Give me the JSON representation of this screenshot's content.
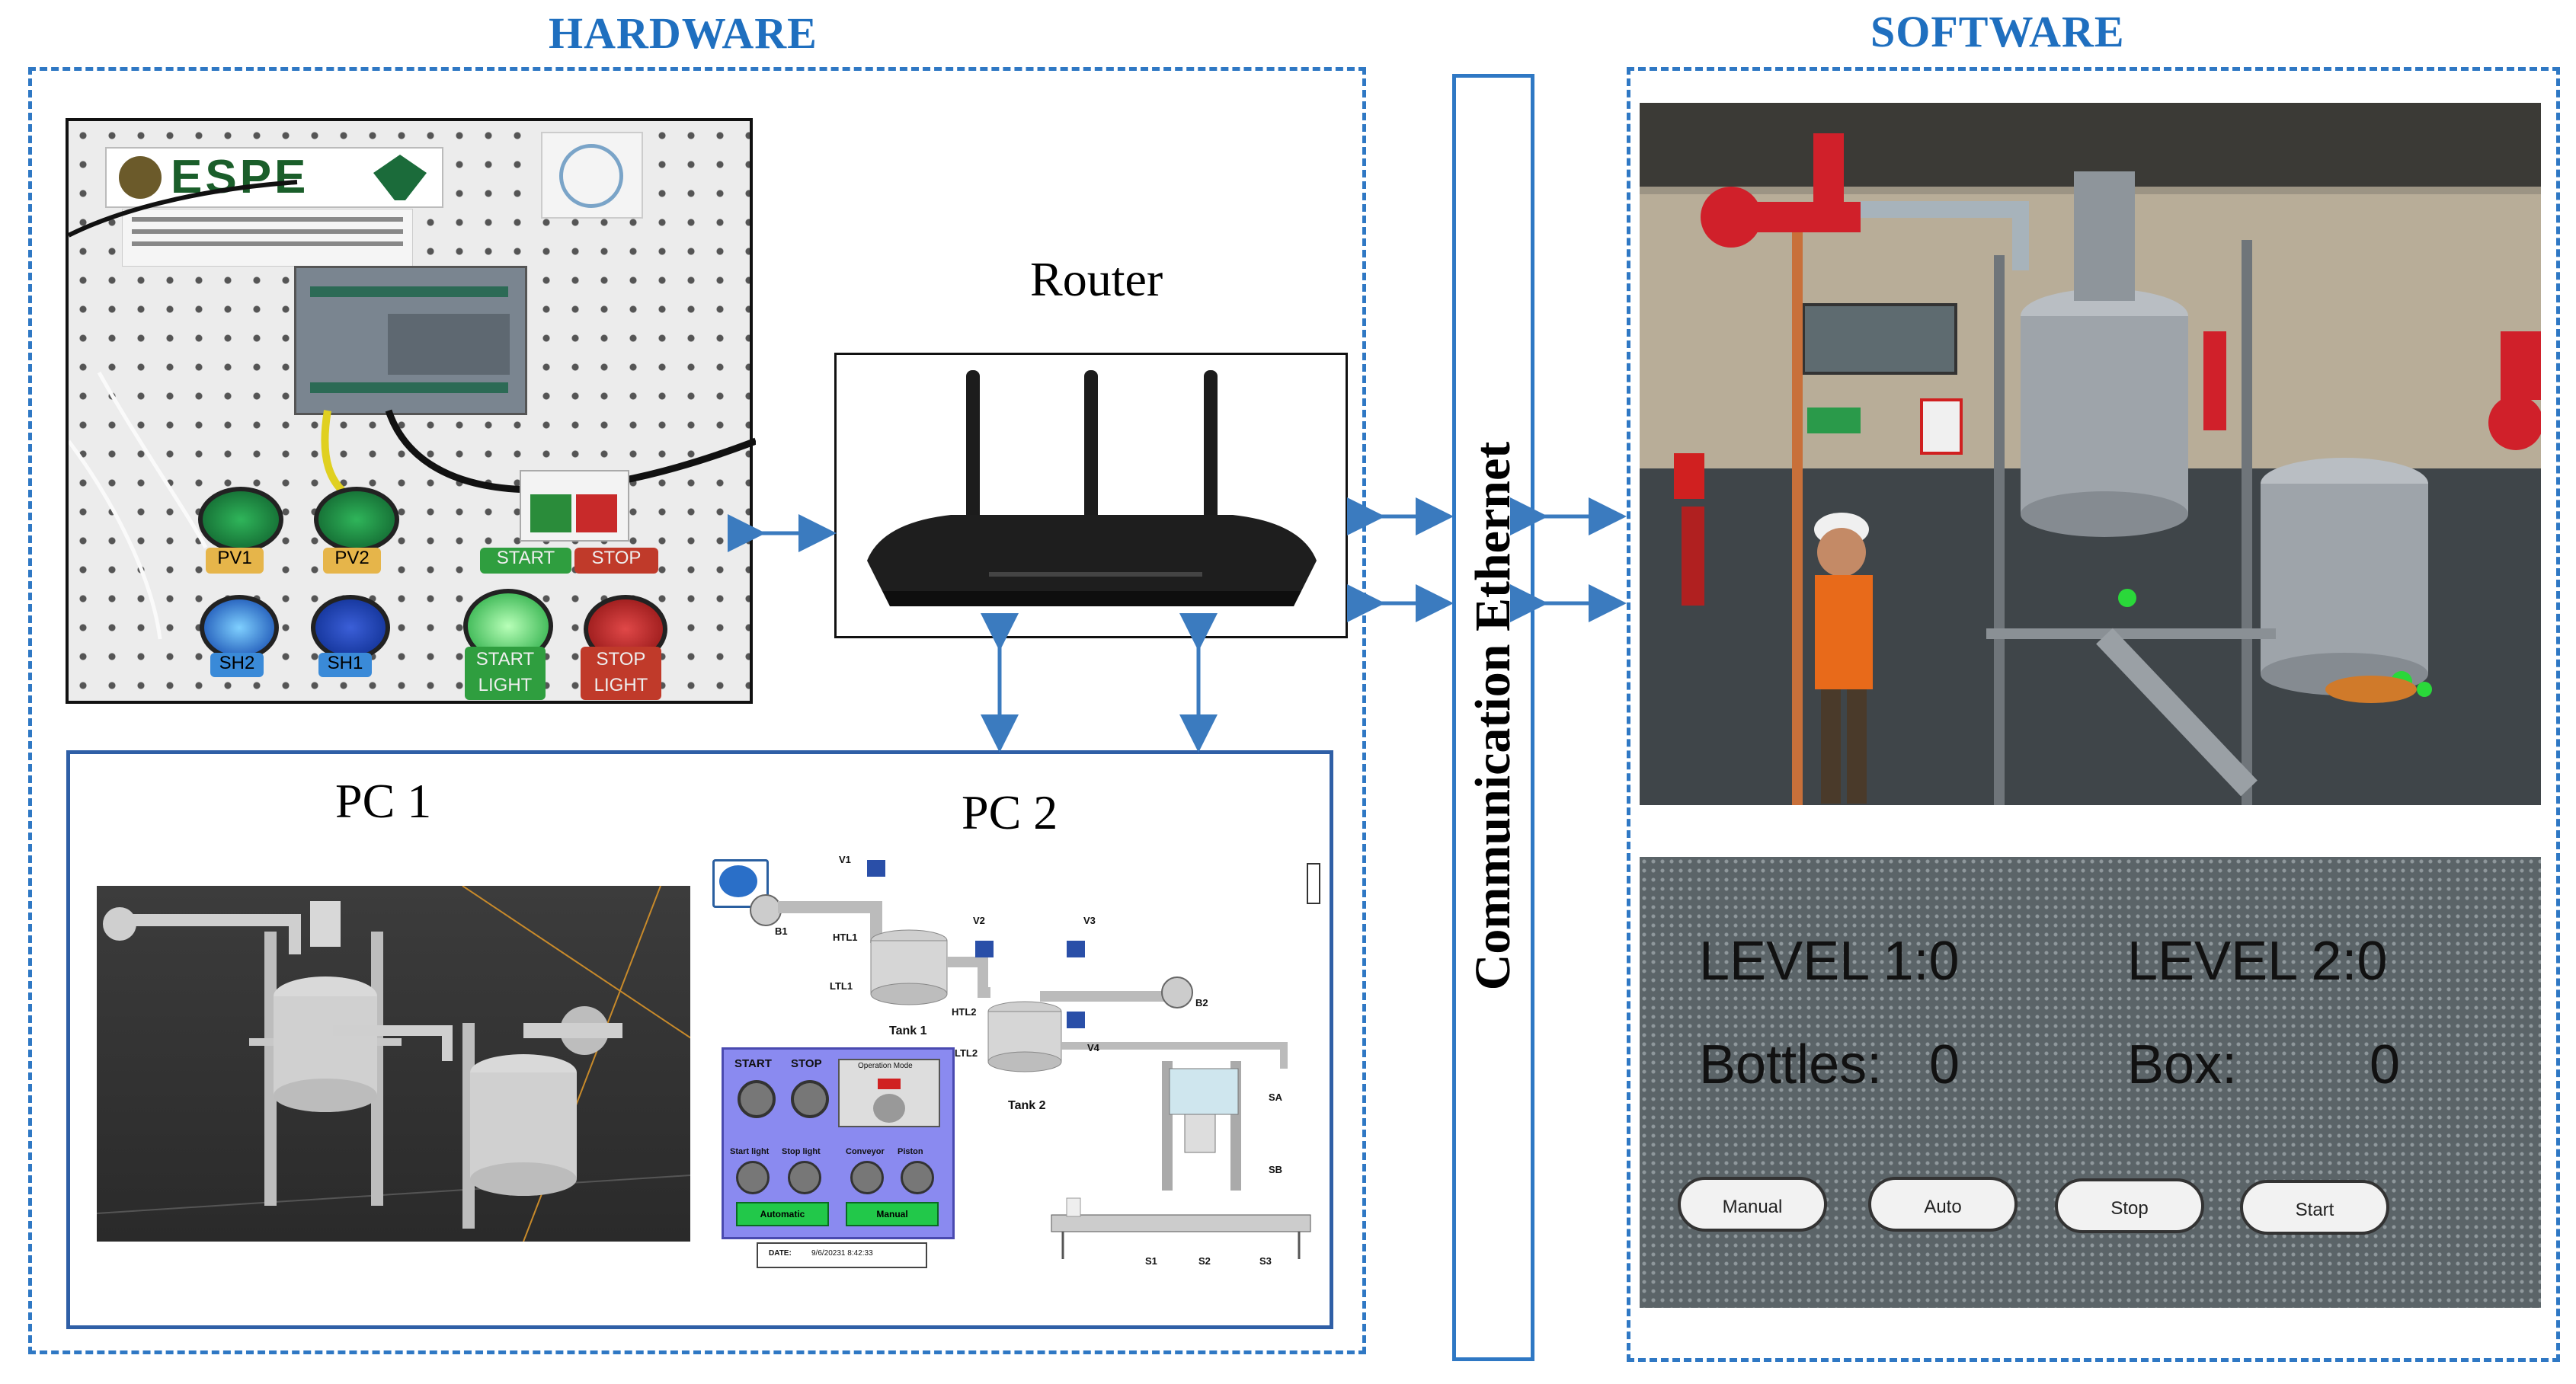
{
  "headers": {
    "hardware": "HARDWARE",
    "software": "SOFTWARE"
  },
  "router": {
    "label": "Router"
  },
  "ethernet": {
    "label": "Communication Ethernet"
  },
  "pc1": {
    "label": "PC 1"
  },
  "pc2": {
    "label": "PC 2",
    "tank1": "Tank 1",
    "tank2": "Tank 2",
    "valves": [
      "V1",
      "V2",
      "V3",
      "V4"
    ],
    "sensors": [
      "HTL1",
      "LTL1",
      "HTL2",
      "LTL2"
    ],
    "pumps": [
      "B1",
      "B2"
    ],
    "stations": [
      "SA",
      "SB"
    ],
    "bottle_sensors": [
      "S1",
      "S2",
      "S3"
    ],
    "panel": {
      "start": "START",
      "stop": "STOP",
      "operation_mode": "Operation Mode",
      "start_light": "Start light",
      "stop_light": "Stop light",
      "conveyor": "Conveyor",
      "piston": "Piston",
      "automatic": "Automatic",
      "manual": "Manual",
      "date_label": "DATE:",
      "date_value": "9/6/20231 8:42:33"
    }
  },
  "plc_board": {
    "logo": "ESPE",
    "pv1": "PV1",
    "pv2": "PV2",
    "sh2": "SH2",
    "sh1": "SH1",
    "start_light": "START LIGHT",
    "stop_light": "STOP LIGHT",
    "start": "START",
    "stop": "STOP"
  },
  "hmi": {
    "level1_label": "LEVEL 1:",
    "level1_value": "0",
    "level2_label": "LEVEL 2:",
    "level2_value": "0",
    "bottles_label": "Bottles:",
    "bottles_value": "0",
    "box_label": "Box:",
    "box_value": "0",
    "buttons": [
      "Manual",
      "Auto",
      "Stop",
      "Start"
    ]
  },
  "colors": {
    "accent": "#1f6fbf",
    "dash": "#2f78c4",
    "arrow": "#3b7bbf"
  }
}
